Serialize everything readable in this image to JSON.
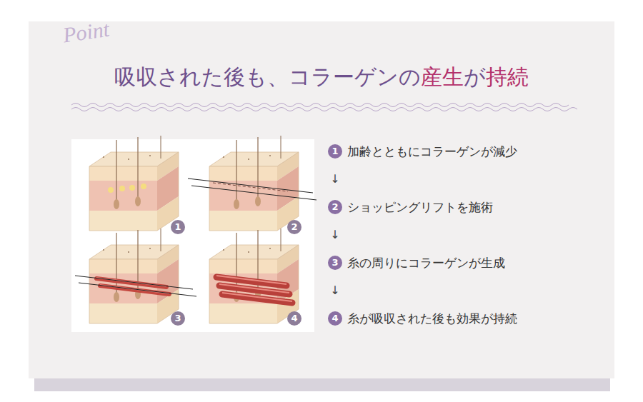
{
  "diagram": {
    "title": "吸収された後も、コラーゲンの産生が持続",
    "labels": [
      "Point",
      "1",
      "2",
      "3",
      "4",
      "1",
      "加齢とともにコラーゲンが減少",
      "↓",
      "2",
      "ショッピングリフトを施術",
      "↓",
      "3",
      "糸の周りにコラーゲンが生成",
      "↓",
      "4",
      "糸が吸収された後も効果が持続"
    ]
  }
}
